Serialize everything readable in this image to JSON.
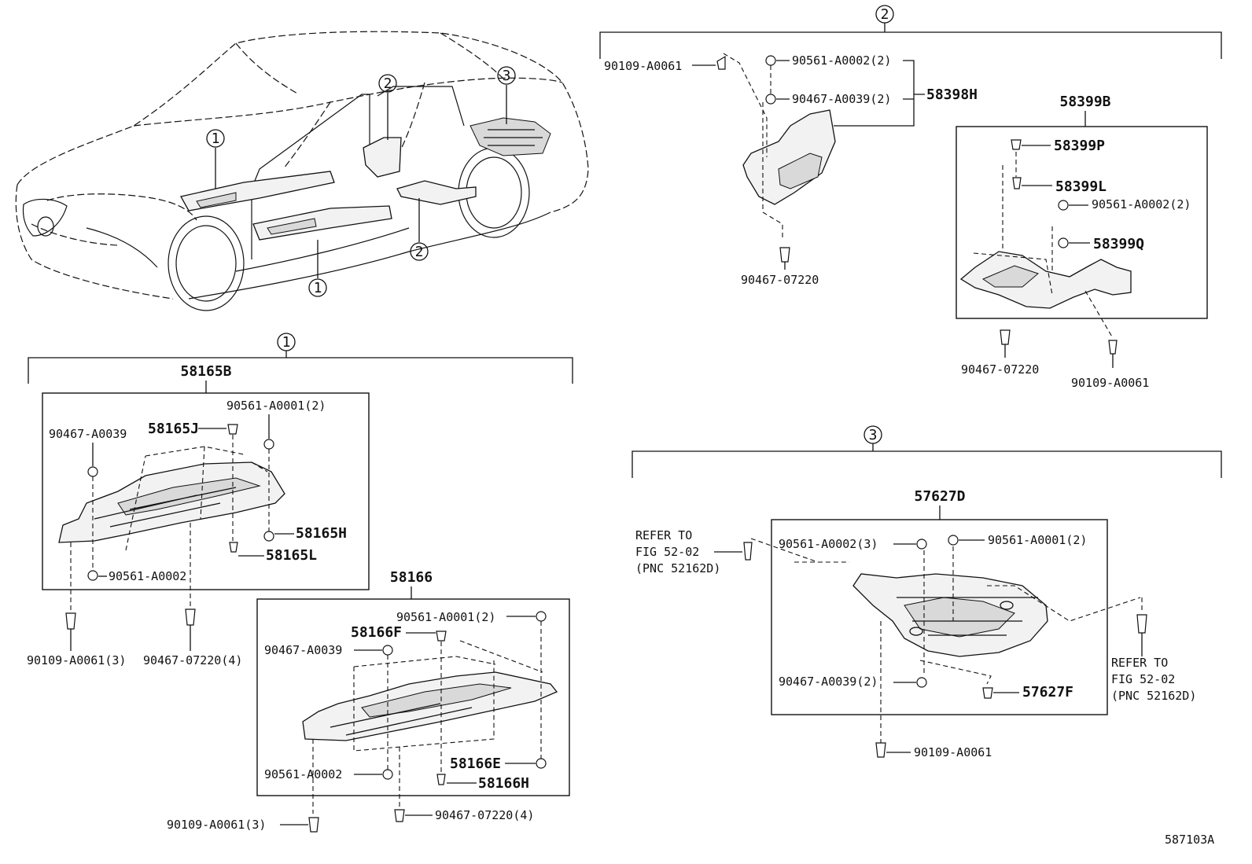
{
  "overview": {
    "callouts": [
      "1",
      "2",
      "3",
      "2",
      "1"
    ]
  },
  "section1": {
    "marker": "1",
    "group_a": {
      "title": "58165B",
      "labels": {
        "clip_top": "90561-A0001(2)",
        "part_j": "58165J",
        "nut_left": "90467-A0039",
        "part_h": "58165H",
        "part_l": "58165L",
        "clip_bottom": "90561-A0002"
      }
    },
    "below_a": {
      "screw": "90109-A0061(3)",
      "clip": "90467-07220(4)"
    },
    "group_b": {
      "title": "58166",
      "labels": {
        "clip_top": "90561-A0001(2)",
        "part_f": "58166F",
        "nut_left": "90467-A0039",
        "clip_bottom": "90561-A0002",
        "part_e": "58166E",
        "part_h": "58166H"
      }
    },
    "below_b": {
      "screw": "90109-A0061(3)",
      "clip": "90467-07220(4)"
    }
  },
  "section2": {
    "marker": "2",
    "left": {
      "screw": "90109-A0061",
      "clip": "90561-A0002(2)",
      "nut": "90467-A0039(2)",
      "part": "58398H",
      "bottom_clip": "90467-07220"
    },
    "right": {
      "title": "58399B",
      "p": "58399P",
      "l": "58399L",
      "clip": "90561-A0002(2)",
      "q": "58399Q",
      "bottom_clip": "90467-07220",
      "bottom_screw": "90109-A0061"
    }
  },
  "section3": {
    "marker": "3",
    "title": "57627D",
    "labels": {
      "clip_left": "90561-A0002(3)",
      "clip_right": "90561-A0001(2)",
      "nut": "90467-A0039(2)",
      "part_f": "57627F",
      "screw": "90109-A0061"
    },
    "refer_left": [
      "REFER TO",
      "FIG 52-02",
      "(PNC 52162D)"
    ],
    "refer_right": [
      "REFER TO",
      "FIG 52-02",
      "(PNC 52162D)"
    ]
  },
  "footer": {
    "code": "587103A"
  }
}
